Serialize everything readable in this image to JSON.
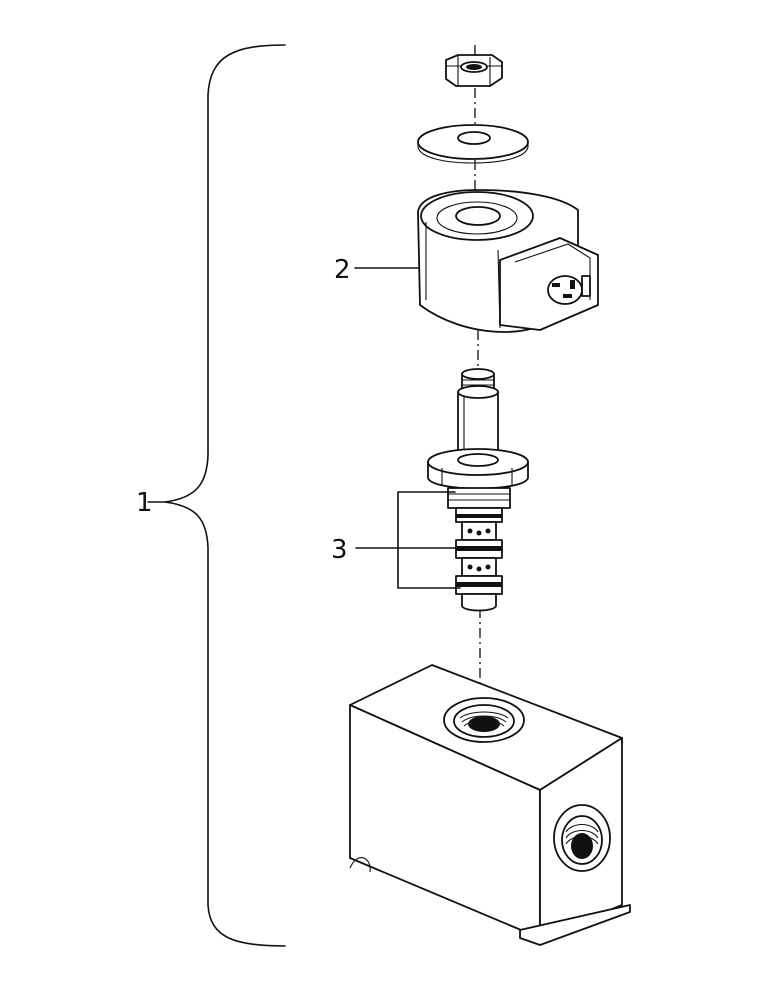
{
  "diagram": {
    "callouts": {
      "assembly": "1",
      "coil": "2",
      "cartridge_seals": "3"
    },
    "parts": [
      "nut",
      "washer",
      "solenoid-coil",
      "valve-cartridge",
      "o-rings",
      "valve-body"
    ]
  }
}
